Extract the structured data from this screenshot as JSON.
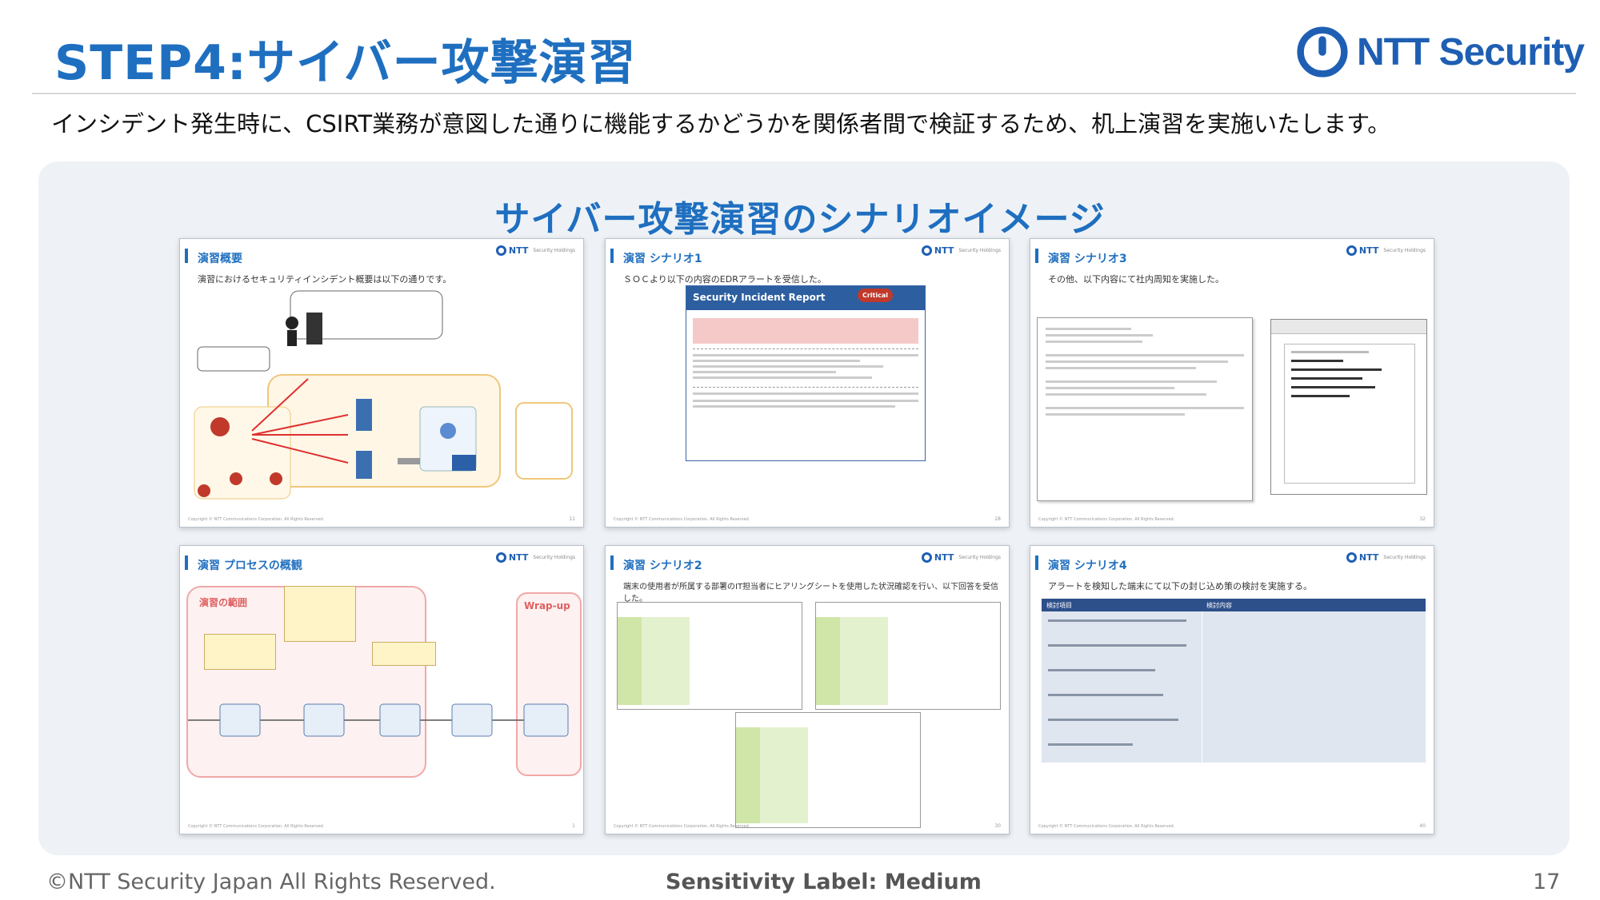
{
  "header": {
    "title": "STEP4:サイバー攻撃演習",
    "logo_text": "NTT Security",
    "lead": "インシデント発生時に、CSIRT業務が意図した通りに機能するかどうかを関係者間で検証するため、机上演習を実施いたします。"
  },
  "panel": {
    "title": "サイバー攻撃演習のシナリオイメージ"
  },
  "slides": [
    {
      "title": "演習概要",
      "desc": "演習におけるセキュリティインシデント概要は以下の通りです。",
      "num": "11"
    },
    {
      "title": "演習 シナリオ1",
      "desc": "ＳＯＣより以下の内容のEDRアラートを受信した。",
      "num": "28",
      "report_label": "Security Incident Report",
      "badge": "Critical"
    },
    {
      "title": "演習 シナリオ3",
      "desc": "その他、以下内容にて社内周知を実施した。",
      "num": "32"
    },
    {
      "title": "演習 プロセスの概観",
      "desc": "",
      "num": "1",
      "scope_label": "演習の範囲",
      "wrapup_label": "Wrap-up"
    },
    {
      "title": "演習 シナリオ2",
      "desc": "端末の使用者が所属する部署のIT担当者にヒアリングシートを使用した状況確認を行い、以下回答を受信した。",
      "num": "30"
    },
    {
      "title": "演習 シナリオ4",
      "desc": "アラートを検知した端末にて以下の封じ込め策の検討を実施する。",
      "num": "40",
      "col1": "検討項目",
      "col2": "検討内容"
    }
  ],
  "slide_logo": "NTT",
  "slide_logo_sub": "Security Holdings",
  "slide_footer": "Copyright © NTT Communications Corporation. All Rights Reserved.",
  "footer": {
    "copyright": "©NTT Security Japan All Rights Reserved.",
    "sensitivity": "Sensitivity Label: Medium",
    "page": "17"
  },
  "colors": {
    "accent": "#1f6fc0",
    "panel_bg": "#eef2f6"
  }
}
